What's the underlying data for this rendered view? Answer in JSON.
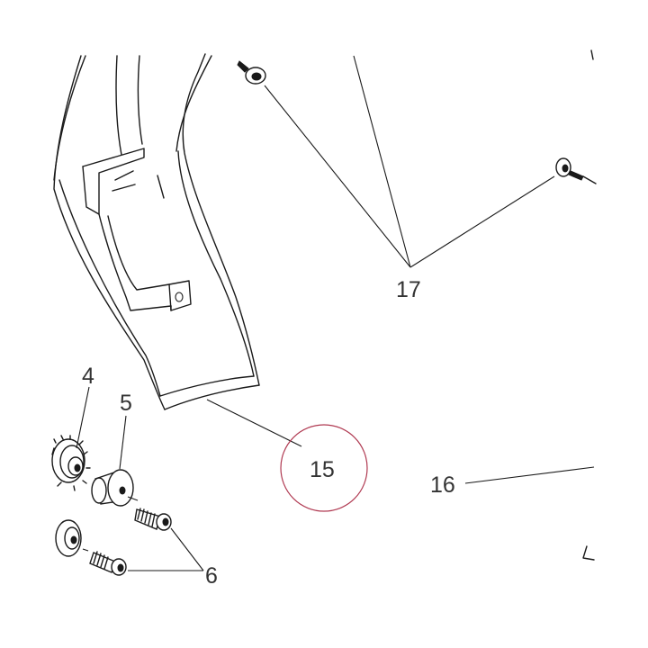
{
  "diagram": {
    "highlight_color": "#b03a52",
    "line_color": "#1a1a1a",
    "callouts": [
      {
        "id": "17",
        "label": "17"
      },
      {
        "id": "15",
        "label": "15"
      },
      {
        "id": "16",
        "label": "16"
      },
      {
        "id": "4",
        "label": "4"
      },
      {
        "id": "5",
        "label": "5"
      },
      {
        "id": "6",
        "label": "6"
      }
    ]
  }
}
